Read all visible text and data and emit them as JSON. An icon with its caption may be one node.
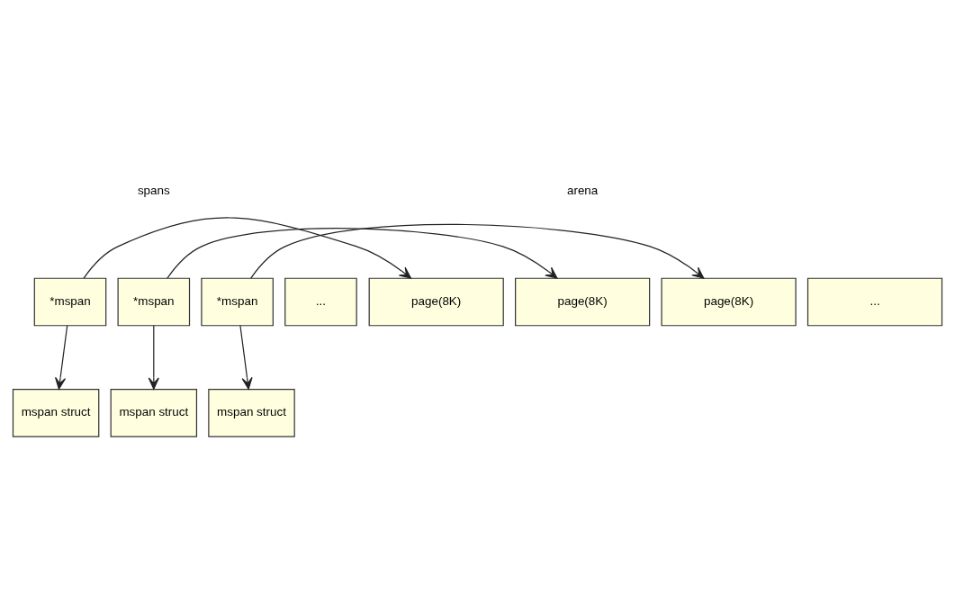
{
  "diagram": {
    "nodes": [
      {
        "text": [
          "*mspan"
        ]
      },
      {
        "text": [
          "*mspan"
        ]
      },
      {
        "text": [
          "*mspan"
        ]
      },
      {
        "text": [
          "..."
        ]
      },
      {
        "text": [
          "page(8K)"
        ]
      },
      {
        "text": [
          "page(8K)"
        ]
      },
      {
        "text": [
          "page(8K)"
        ]
      },
      {
        "text": [
          "..."
        ]
      },
      {
        "text": [
          "mspan struct"
        ]
      },
      {
        "text": [
          "mspan struct"
        ]
      },
      {
        "text": [
          "mspan struct"
        ]
      }
    ],
    "edges": [
      {
        "from": 0,
        "to": 4,
        "arrow": "to"
      },
      {
        "from": 1,
        "to": 5,
        "arrow": "to"
      },
      {
        "from": 2,
        "to": 6,
        "arrow": "to"
      },
      {
        "from": 0,
        "to": 8,
        "arrow": "to"
      },
      {
        "from": 1,
        "to": 9,
        "arrow": "to"
      },
      {
        "from": 2,
        "to": 10,
        "arrow": "to"
      }
    ],
    "labels": [
      "spans",
      "arena"
    ]
  }
}
